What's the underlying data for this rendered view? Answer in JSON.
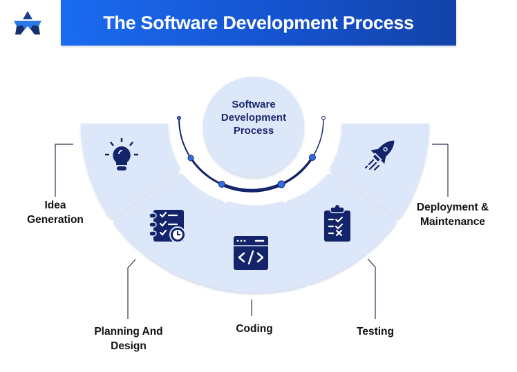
{
  "header": {
    "title": "The Software Development Process",
    "logo_icon": "brand-logo-icon"
  },
  "center": {
    "label_line1": "Software",
    "label_line2": "Development",
    "label_line3": "Process"
  },
  "stages": [
    {
      "id": "idea",
      "label_line1": "Idea",
      "label_line2": "Generation",
      "icon": "lightbulb-icon"
    },
    {
      "id": "planning",
      "label_line1": "Planning And",
      "label_line2": "Design",
      "icon": "checklist-clock-icon"
    },
    {
      "id": "coding",
      "label_line1": "Coding",
      "label_line2": "",
      "icon": "code-window-icon"
    },
    {
      "id": "testing",
      "label_line1": "Testing",
      "label_line2": "",
      "icon": "clipboard-checklist-icon"
    },
    {
      "id": "deployment",
      "label_line1": "Deployment &",
      "label_line2": "Maintenance",
      "icon": "rocket-icon"
    }
  ],
  "colors": {
    "banner_start": "#1a6cf0",
    "banner_end": "#1243a8",
    "petal_fill": "#dde7fa",
    "icon_navy": "#13246b",
    "arc_navy": "#13246b",
    "dot_blue": "#2f6fe0",
    "connector": "#2b3355",
    "label_text": "#111111"
  }
}
